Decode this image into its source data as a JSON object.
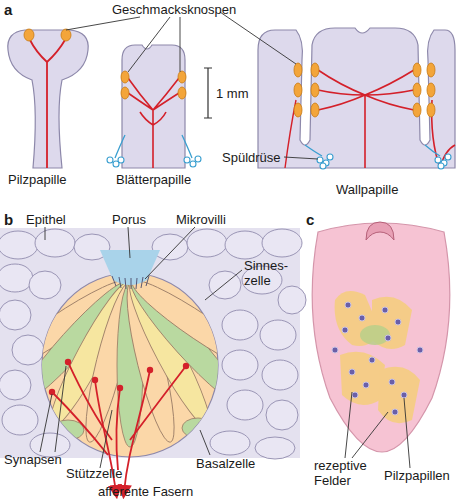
{
  "diagram": {
    "labels": [
      "a",
      "Geschmacksknospen",
      "1 mm",
      "Spüldrüse",
      "Pilzpapille",
      "Blätterpapille",
      "Wallpapille",
      "b",
      "Epithel",
      "Porus",
      "Mikrovilli",
      "Sinnes- zelle",
      "Synapsen",
      "Stützzelle",
      "Basalzelle",
      "afferente Fasern",
      "c",
      "rezeptive Felder",
      "Pilzpapillen"
    ]
  }
}
